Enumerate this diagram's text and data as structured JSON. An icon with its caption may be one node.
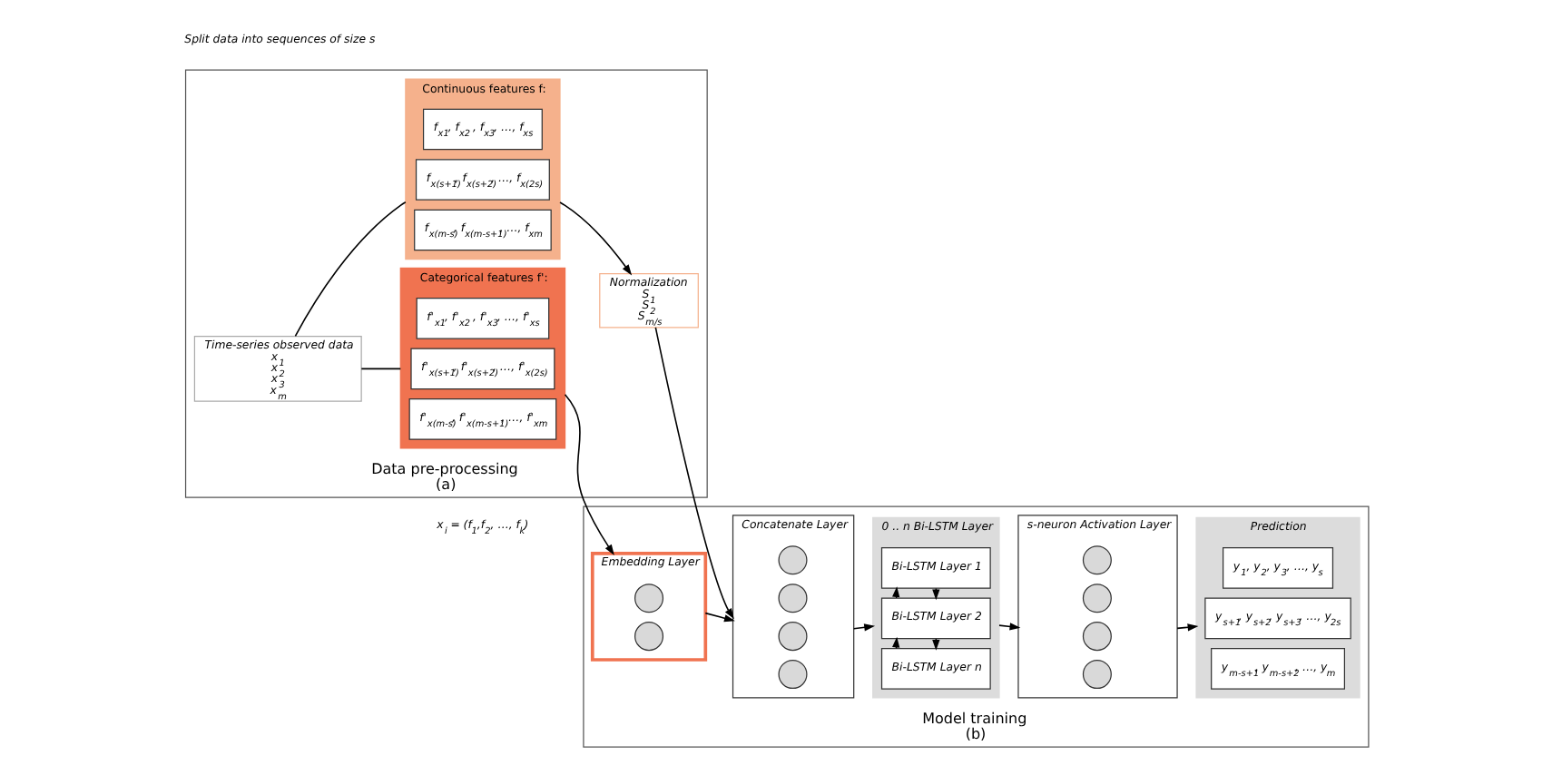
{
  "diagram": {
    "nodes": [
      {
        "text": [
          "Data pre-processing"
        ],
        "beside": [
          "(a)"
        ]
      },
      {
        "text": [
          "Time-series observed data",
          "x$_{1}$",
          "x$_{2}$",
          "x$_{3}$",
          "x$_{m}$"
        ],
        "in": 0
      },
      {
        "text": [
          "Continuous features f:"
        ],
        "in": 0
      },
      {
        "text": [
          "f$_{x1}$, f$_{x2}$ , f$_{x3}$, …, f$_{xs}$"
        ],
        "in": 2
      },
      {
        "text": [
          "f$_{x(s+1)}$, f$_{x(s+2)}$, …, f$_{x(2s)}$"
        ],
        "in": 2
      },
      {
        "text": [
          "f$_{x(m-s)}$, f$_{x(m-s+1)}$, …, f$_{xm}$"
        ],
        "in": 2
      },
      {
        "text": [
          "Categorical features f':"
        ],
        "in": 0
      },
      {
        "text": [
          "f'$_{x1}$, f'$_{x2}$ , f'$_{x3}$, …, f'$_{xs}$"
        ],
        "in": 6
      },
      {
        "text": [
          "f'$_{x(s+1)}$, f'$_{x(s+2)}$, …, f'$_{x(2s)}$"
        ],
        "in": 6
      },
      {
        "text": [
          "f'$_{x(m-s)}$, f'$_{x(m-s+1)}$, …, f'$_{xm}$"
        ],
        "in": 6
      },
      {
        "text": [
          "Normalization",
          "S$_{1}$",
          "S$_{2}$",
          "S$_{m/s}$"
        ],
        "in": 0
      },
      {
        "text": [
          "Model training"
        ],
        "beside": [
          "(b)"
        ]
      },
      {
        "text": [
          "Embedding Layer"
        ],
        "in": 11
      },
      {
        "text": [],
        "shape": "circle",
        "in": 12
      },
      {
        "text": [],
        "shape": "circle",
        "in": 12
      },
      {
        "text": [
          "Concatenate Layer"
        ],
        "in": 11
      },
      {
        "text": [],
        "shape": "circle",
        "in": 15
      },
      {
        "text": [],
        "shape": "circle",
        "in": 15
      },
      {
        "text": [],
        "shape": "circle",
        "in": 15
      },
      {
        "text": [],
        "shape": "circle",
        "in": 15
      },
      {
        "text": [
          "0 .. n Bi-LSTM Layer"
        ],
        "in": 11
      },
      {
        "text": [
          "Bi-LSTM Layer 1"
        ],
        "in": 20
      },
      {
        "text": [
          "Bi-LSTM Layer 2"
        ],
        "in": 20
      },
      {
        "text": [
          "Bi-LSTM Layer n"
        ],
        "in": 20
      },
      {
        "text": [
          "s-neuron Activation Layer"
        ],
        "in": 11
      },
      {
        "text": [],
        "shape": "circle",
        "in": 24
      },
      {
        "text": [],
        "shape": "circle",
        "in": 24
      },
      {
        "text": [],
        "shape": "circle",
        "in": 24
      },
      {
        "text": [],
        "shape": "circle",
        "in": 24
      },
      {
        "text": [
          "Prediction"
        ],
        "in": 11
      },
      {
        "text": [
          "y$_{1}$, y$_{2}$, y$_{3}$, …, y$_{s}$"
        ],
        "in": 29
      },
      {
        "text": [
          "y$_{s+1}$, y$_{s+2}$, y$_{s+3}$, …, y$_{2s}$"
        ],
        "in": 29
      },
      {
        "text": [
          "y$_{m-s+1}$, y$_{m-s+2}$, …, y$_{m}$"
        ],
        "in": 29
      }
    ],
    "edges": [
      {
        "from": 1,
        "to": 2,
        "arrow": "none"
      },
      {
        "from": 1,
        "to": 6,
        "arrow": "none"
      },
      {
        "from": 2,
        "to": 10,
        "arrow": "to"
      },
      {
        "from": 10,
        "to": 15,
        "arrow": "to"
      },
      {
        "from": 6,
        "to": 12,
        "arrow": "to"
      },
      {
        "from": 12,
        "to": 15,
        "arrow": "to"
      },
      {
        "from": 15,
        "to": 20,
        "arrow": "to"
      },
      {
        "from": 21,
        "to": 22,
        "arrow": "to"
      },
      {
        "from": 22,
        "to": 21,
        "arrow": "to"
      },
      {
        "from": 22,
        "to": 23,
        "arrow": "to",
        "style": "dashed"
      },
      {
        "from": 23,
        "to": 22,
        "arrow": "to",
        "style": "dashed"
      },
      {
        "from": 20,
        "to": 24,
        "arrow": "to"
      },
      {
        "from": 24,
        "to": 29,
        "arrow": "to"
      }
    ],
    "labels": [
      "Split data into sequences of size s",
      "x$_{i}$ = (f$_{1}$,f$_{2}$, …, f$_{k}$)"
    ]
  }
}
